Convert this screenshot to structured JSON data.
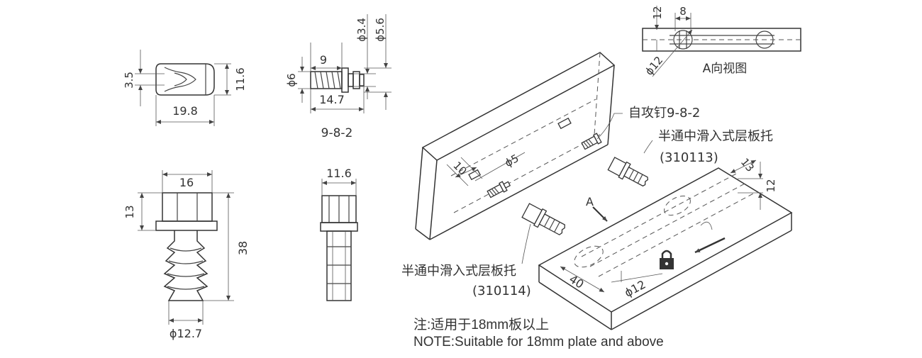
{
  "dims": {
    "clip_h": "3.5",
    "clip_total_h": "11.6",
    "clip_w": "19.8",
    "screw_len_thread": "9",
    "screw_len": "14.7",
    "screw_d_small": "ϕ3.4",
    "screw_d_large": "ϕ5.6",
    "screw_d_thread": "ϕ6",
    "screw_name": "9-8-2",
    "support_w": "16",
    "support_head_h": "13",
    "support_len": "38",
    "support_d": "ϕ12.7",
    "side_w": "11.6",
    "view_a_h": "12",
    "view_a_w": "8",
    "view_a_d": "ϕ12",
    "panel_offset": "10",
    "panel_d": "ϕ5",
    "shelf_w": "13",
    "shelf_h": "12",
    "shelf_depth": "40",
    "shelf_d": "ϕ12"
  },
  "labels": {
    "view_a": "A向视图",
    "self_tap_screw": "自攻钉9-8-2",
    "support_upper_name": "半通中滑入式层板托",
    "support_upper_code": "(310113)",
    "support_lower_name": "半通中滑入式层板托",
    "support_lower_code": "(310114)",
    "arrow_a": "A"
  },
  "notes": {
    "cn": "注:适用于18mm板以上",
    "en": "NOTE:Suitable for 18mm plate and above"
  }
}
